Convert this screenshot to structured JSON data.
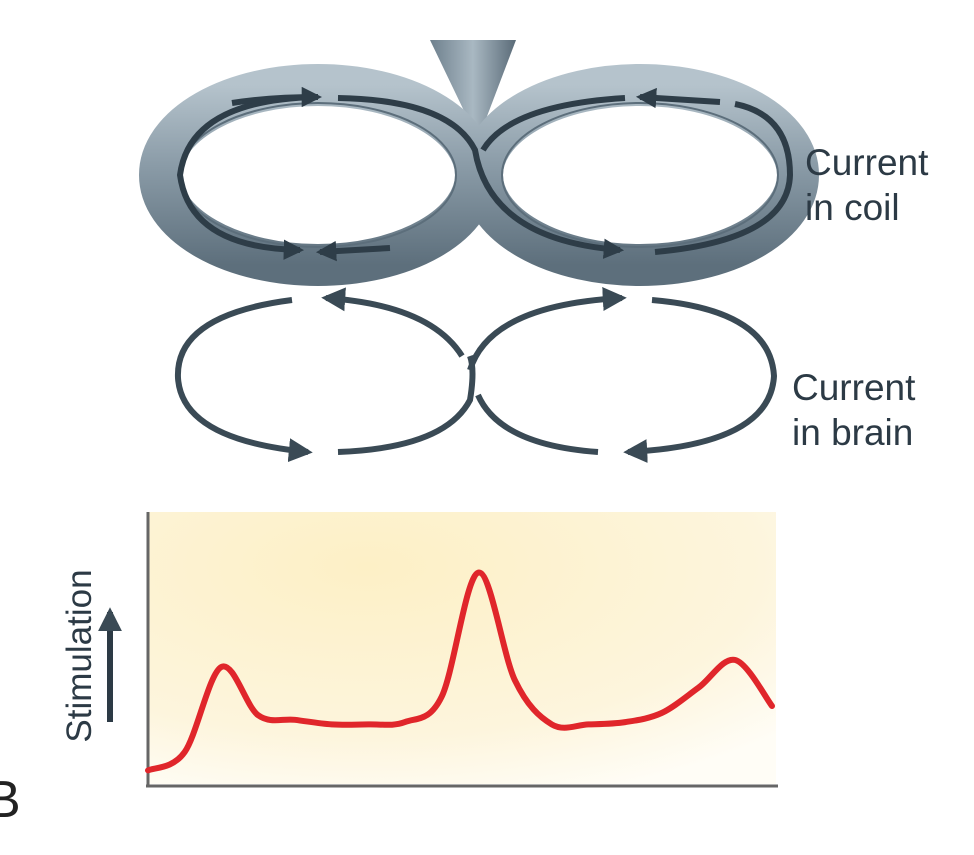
{
  "labels": {
    "coil_line1": "Current",
    "coil_line2": "in coil",
    "brain_line1": "Current",
    "brain_line2": "in brain",
    "y_axis": "Stimulation",
    "panel": "B"
  },
  "colors": {
    "coil_body": "#8a9ba7",
    "coil_dark": "#3f5260",
    "current_lines": "#3a4a55",
    "stimulation_curve": "#e0262b",
    "plot_background": "#fdf1cf",
    "axis": "#555555"
  },
  "chart_data": {
    "type": "line",
    "title": "",
    "xlabel": "",
    "ylabel": "Stimulation",
    "grid": false,
    "series": [
      {
        "values": [
          0.02,
          0.1,
          0.47,
          0.26,
          0.24,
          0.22,
          0.22,
          0.23,
          0.34,
          0.88,
          0.41,
          0.22,
          0.22,
          0.23,
          0.27,
          0.38,
          0.5,
          0.3
        ]
      }
    ]
  }
}
